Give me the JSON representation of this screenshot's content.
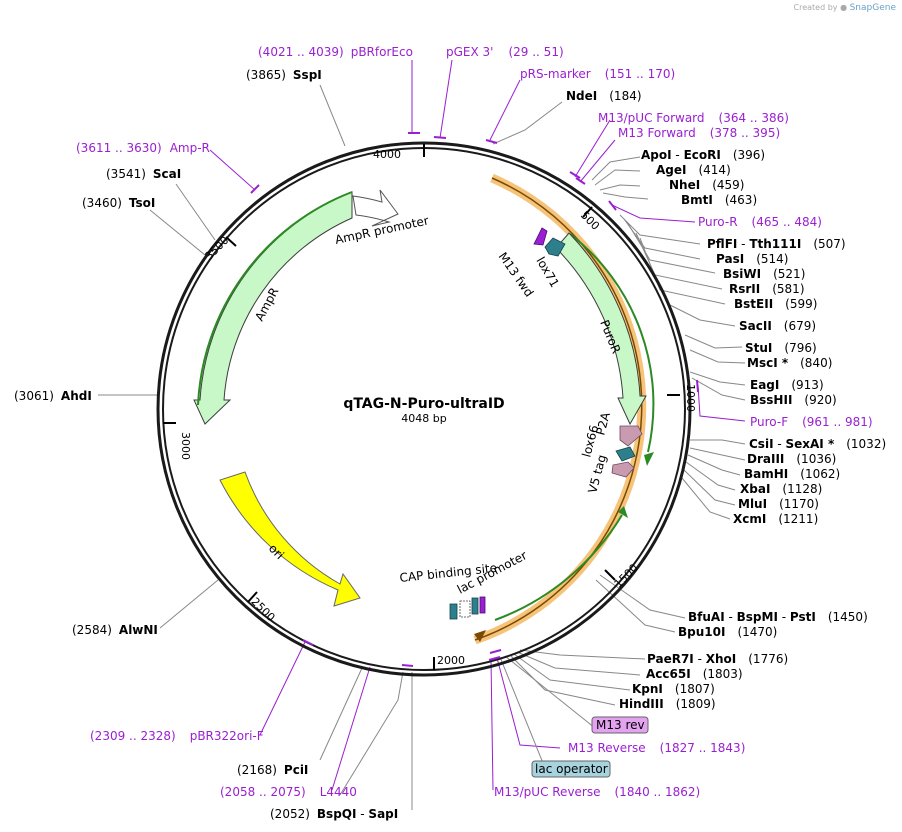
{
  "credit": {
    "prefix": "Created by",
    "brand": "SnapGene"
  },
  "plasmid": {
    "name": "qTAG-N-Puro-ultraID",
    "size": "4048 bp"
  },
  "ticks": [
    "4000",
    "500",
    "1000",
    "1500",
    "2000",
    "2500",
    "3000",
    "3500"
  ],
  "arrows": [
    "AmpR promoter",
    "AmpR",
    "ori",
    "PuroR",
    "M13 fwd",
    "lox71",
    "P2A",
    "lox66",
    "V5 tag",
    "CAP binding site",
    "lac promoter"
  ],
  "enzymes": [
    {
      "name": "SspI",
      "pos": "(3865)"
    },
    {
      "name": "ScaI",
      "pos": "(3541)"
    },
    {
      "name": "TsoI",
      "pos": "(3460)"
    },
    {
      "name": "AhdI",
      "pos": "(3061)"
    },
    {
      "name": "AlwNI",
      "pos": "(2584)"
    },
    {
      "name": "PciI",
      "pos": "(2168)"
    },
    {
      "name": "BspQI",
      "sep": " - ",
      "name2": "SapI",
      "pos": "(2052)"
    },
    {
      "name": "NdeI",
      "pos": "(184)"
    },
    {
      "name": "ApoI",
      "sep": " - ",
      "name2": "EcoRI",
      "pos": "(396)"
    },
    {
      "name": "AgeI",
      "pos": "(414)"
    },
    {
      "name": "NheI",
      "pos": "(459)"
    },
    {
      "name": "BmtI",
      "pos": "(463)"
    },
    {
      "name": "PflFI",
      "sep": " - ",
      "name2": "Tth111I",
      "pos": "(507)"
    },
    {
      "name": "PasI",
      "pos": "(514)"
    },
    {
      "name": "BsiWI",
      "pos": "(521)"
    },
    {
      "name": "RsrII",
      "pos": "(581)"
    },
    {
      "name": "BstEII",
      "pos": "(599)"
    },
    {
      "name": "SacII",
      "pos": "(679)"
    },
    {
      "name": "StuI",
      "pos": "(796)"
    },
    {
      "name": "MscI *",
      "pos": "(840)"
    },
    {
      "name": "EagI",
      "pos": "(913)"
    },
    {
      "name": "BssHII",
      "pos": "(920)"
    },
    {
      "name": "CsiI",
      "sep": " - ",
      "name2": "SexAI *",
      "pos": "(1032)"
    },
    {
      "name": "DraIII",
      "pos": "(1036)"
    },
    {
      "name": "BamHI",
      "pos": "(1062)"
    },
    {
      "name": "XbaI",
      "pos": "(1128)"
    },
    {
      "name": "MluI",
      "pos": "(1170)"
    },
    {
      "name": "XcmI",
      "pos": "(1211)"
    },
    {
      "name": "BfuAI",
      "sep": " - ",
      "name2": "BspMI",
      "sep2": " - ",
      "name3": "PstI",
      "pos": "(1450)"
    },
    {
      "name": "Bpu10I",
      "pos": "(1470)"
    },
    {
      "name": "PaeR7I",
      "sep": " - ",
      "name2": "XhoI",
      "pos": "(1776)"
    },
    {
      "name": "Acc65I",
      "pos": "(1803)"
    },
    {
      "name": "KpnI",
      "pos": "(1807)"
    },
    {
      "name": "HindIII",
      "pos": "(1809)"
    }
  ],
  "primers": [
    {
      "name": "pBRforEco",
      "pos": "(4021 .. 4039)"
    },
    {
      "name": "pGEX 3'",
      "pos": "(29 .. 51)"
    },
    {
      "name": "pRS-marker",
      "pos": "(151 .. 170)"
    },
    {
      "name": "Amp-R",
      "pos": "(3611 .. 3630)"
    },
    {
      "name": "M13/pUC Forward",
      "pos": "(364 .. 386)"
    },
    {
      "name": "M13 Forward",
      "pos": "(378 .. 395)"
    },
    {
      "name": "Puro-R",
      "pos": "(465 .. 484)"
    },
    {
      "name": "Puro-F",
      "pos": "(961 .. 981)"
    },
    {
      "name": "M13 Reverse",
      "pos": "(1827 .. 1843)"
    },
    {
      "name": "M13/pUC Reverse",
      "pos": "(1840 .. 1862)"
    },
    {
      "name": "pBR322ori-F",
      "pos": "(2309 .. 2328)"
    },
    {
      "name": "L4440",
      "pos": "(2058 .. 2075)"
    }
  ],
  "boxed": [
    {
      "name": "M13 rev",
      "fill": "#e3a3f0"
    },
    {
      "name": "lac operator",
      "fill": "#a6d3de"
    }
  ],
  "colors": {
    "backbone": "#1a1a1a",
    "feature_green": "#c8f7c8",
    "ori_yellow": "#ffff00",
    "orf_orange": "#f5c47a",
    "orf_dark": "#7a4a00",
    "primer": "#9a1fd1",
    "mauve": "#c99bb0",
    "teal": "#2e7f8c"
  }
}
